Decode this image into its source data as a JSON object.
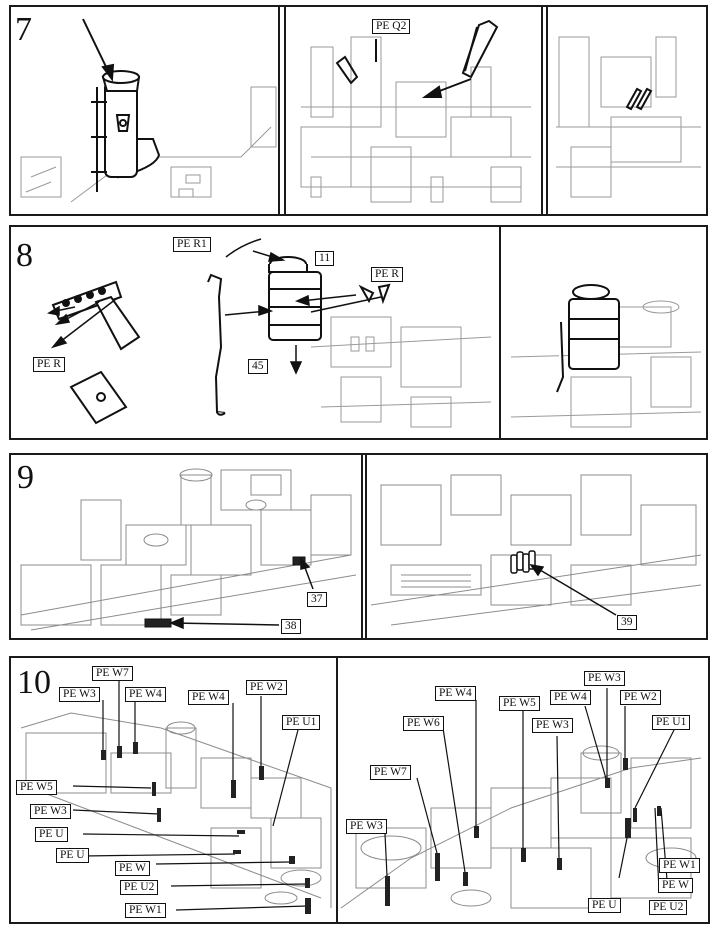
{
  "steps": [
    {
      "number": "7",
      "labels": {
        "q2": "PE Q2"
      }
    },
    {
      "number": "8",
      "labels": {
        "r1": "PE R1",
        "part11": "11",
        "r_right": "PE R",
        "r_left": "PE R",
        "part45": "45"
      }
    },
    {
      "number": "9",
      "labels": {
        "part37": "37",
        "part38": "38",
        "part39": "39"
      }
    },
    {
      "number": "10",
      "left_labels": {
        "w7": "PE W7",
        "w3a": "PE W3",
        "w4a": "PE W4",
        "w4b": "PE W4",
        "w2": "PE W2",
        "u1": "PE U1",
        "w5": "PE W5",
        "w3b": "PE W3",
        "ua": "PE U",
        "ub": "PE U",
        "w": "PE W",
        "u2": "PE U2",
        "w1": "PE W1"
      },
      "right_labels": {
        "w3top": "PE W3",
        "w4a": "PE W4",
        "w2": "PE W2",
        "w4b": "PE W4",
        "w5": "PE W5",
        "w6": "PE W6",
        "w3mid": "PE W3",
        "u1": "PE U1",
        "w7": "PE W7",
        "w3low": "PE W3",
        "w1": "PE W1",
        "w": "PE W",
        "u": "PE U",
        "u2": "PE U2"
      }
    }
  ]
}
